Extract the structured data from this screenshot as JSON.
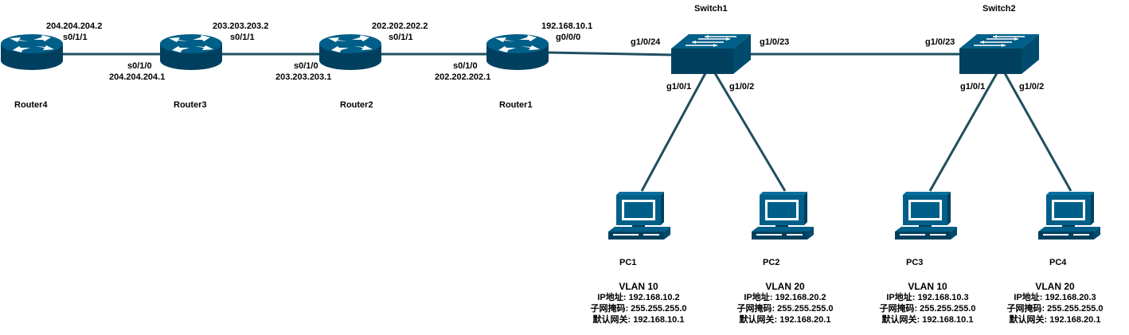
{
  "colors": {
    "device": "#005f89",
    "device_dark": "#00405e",
    "link": "#1f4f5f",
    "screen": "#00a3d6"
  },
  "routers": [
    {
      "name": "Router4",
      "icon": "router-icon"
    },
    {
      "name": "Router3",
      "icon": "router-icon"
    },
    {
      "name": "Router2",
      "icon": "router-icon"
    },
    {
      "name": "Router1",
      "icon": "router-icon"
    }
  ],
  "switches": [
    {
      "name": "Switch1",
      "icon": "switch-icon"
    },
    {
      "name": "Switch2",
      "icon": "switch-icon"
    }
  ],
  "links": {
    "r4_r3": {
      "r4_ip": "204.204.204.2",
      "r4_if": "s0/1/1",
      "r3_if": "s0/1/0",
      "r3_ip": "204.204.204.1"
    },
    "r3_r2": {
      "r3_ip": "203.203.203.2",
      "r3_if": "s0/1/1",
      "r2_if": "s0/1/0",
      "r2_ip": "203.203.203.1"
    },
    "r2_r1": {
      "r2_ip": "202.202.202.2",
      "r2_if": "s0/1/1",
      "r1_if": "s0/1/0",
      "r1_ip": "202.202.202.1"
    },
    "r1_sw1": {
      "r1_ip": "192.168.10.1",
      "r1_if": "g0/0/0",
      "sw1_if": "g1/0/24"
    },
    "sw1_sw2": {
      "sw1_if": "g1/0/23",
      "sw2_if": "g1/0/23"
    },
    "sw1_pc1": {
      "sw1_if": "g1/0/1"
    },
    "sw1_pc2": {
      "sw1_if": "g1/0/2"
    },
    "sw2_pc3": {
      "sw2_if": "g1/0/1"
    },
    "sw2_pc4": {
      "sw2_if": "g1/0/2"
    }
  },
  "pcs": [
    {
      "name": "PC1",
      "icon": "pc-icon",
      "vlan": "VLAN 10",
      "ip": "IP地址: 192.168.10.2",
      "mask": "子网掩码: 255.255.255.0",
      "gateway": "默认网关: 192.168.10.1"
    },
    {
      "name": "PC2",
      "icon": "pc-icon",
      "vlan": "VLAN 20",
      "ip": "IP地址: 192.168.20.2",
      "mask": "子网掩码: 255.255.255.0",
      "gateway": "默认网关: 192.168.20.1"
    },
    {
      "name": "PC3",
      "icon": "pc-icon",
      "vlan": "VLAN 10",
      "ip": "IP地址: 192.168.10.3",
      "mask": "子网掩码: 255.255.255.0",
      "gateway": "默认网关: 192.168.10.1"
    },
    {
      "name": "PC4",
      "icon": "pc-icon",
      "vlan": "VLAN 20",
      "ip": "IP地址: 192.168.20.3",
      "mask": "子网掩码: 255.255.255.0",
      "gateway": "默认网关: 192.168.20.1"
    }
  ]
}
